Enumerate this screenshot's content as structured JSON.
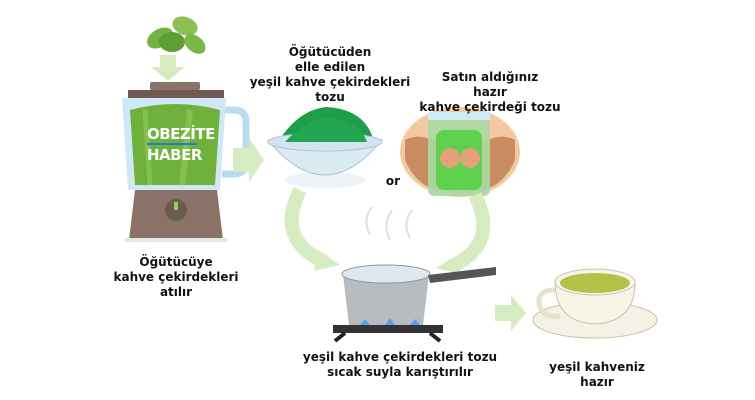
{
  "logo": {
    "line1": "OBEZİTE",
    "line2": "HABER"
  },
  "steps": [
    {
      "caption": [
        "Öğütücüye",
        "kahve çekirdekleri",
        "atılır"
      ]
    },
    {
      "caption": [
        "Öğütücüden",
        "elle edilen",
        "yeşil kahve çekirdekleri",
        "tozu"
      ]
    },
    {
      "caption": [
        "Satın aldığınız",
        "hazır",
        "kahve çekirdeği tozu"
      ]
    },
    {
      "caption": [
        "yeşil kahve çekirdekleri tozu",
        "sıcak suyla karıştırılır"
      ]
    },
    {
      "caption": [
        "yeşil kahveniz",
        "hazır"
      ]
    }
  ],
  "or_label": "or",
  "colors": {
    "arrow": "#d6ecc0",
    "green": "#6db33f",
    "powder": "#1f9e4a"
  }
}
